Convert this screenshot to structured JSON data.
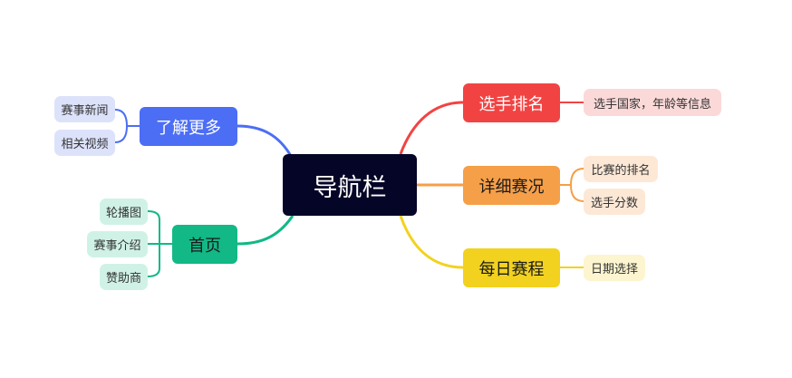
{
  "root": {
    "label": "导航栏"
  },
  "branches": {
    "ranking": {
      "label": "选手排名",
      "color": "#f24343",
      "children": [
        {
          "label": "选手国家，年龄等信息",
          "bg": "#fbd9d9"
        }
      ]
    },
    "detail": {
      "label": "详细赛况",
      "color": "#f59f48",
      "children": [
        {
          "label": "比赛的排名",
          "bg": "#fde8d6"
        },
        {
          "label": "选手分数",
          "bg": "#fde8d6"
        }
      ]
    },
    "schedule": {
      "label": "每日赛程",
      "color": "#f2d21f",
      "children": [
        {
          "label": "日期选择",
          "bg": "#fdf5cf"
        }
      ]
    },
    "more": {
      "label": "了解更多",
      "color": "#4c6ef5",
      "children": [
        {
          "label": "赛事新闻",
          "bg": "#dde2fb"
        },
        {
          "label": "相关视频",
          "bg": "#dde2fb"
        }
      ]
    },
    "home": {
      "label": "首页",
      "color": "#12b886",
      "children": [
        {
          "label": "轮播图",
          "bg": "#d0f2e6"
        },
        {
          "label": "赛事介绍",
          "bg": "#d0f2e6"
        },
        {
          "label": "赞助商",
          "bg": "#d0f2e6"
        }
      ]
    }
  }
}
